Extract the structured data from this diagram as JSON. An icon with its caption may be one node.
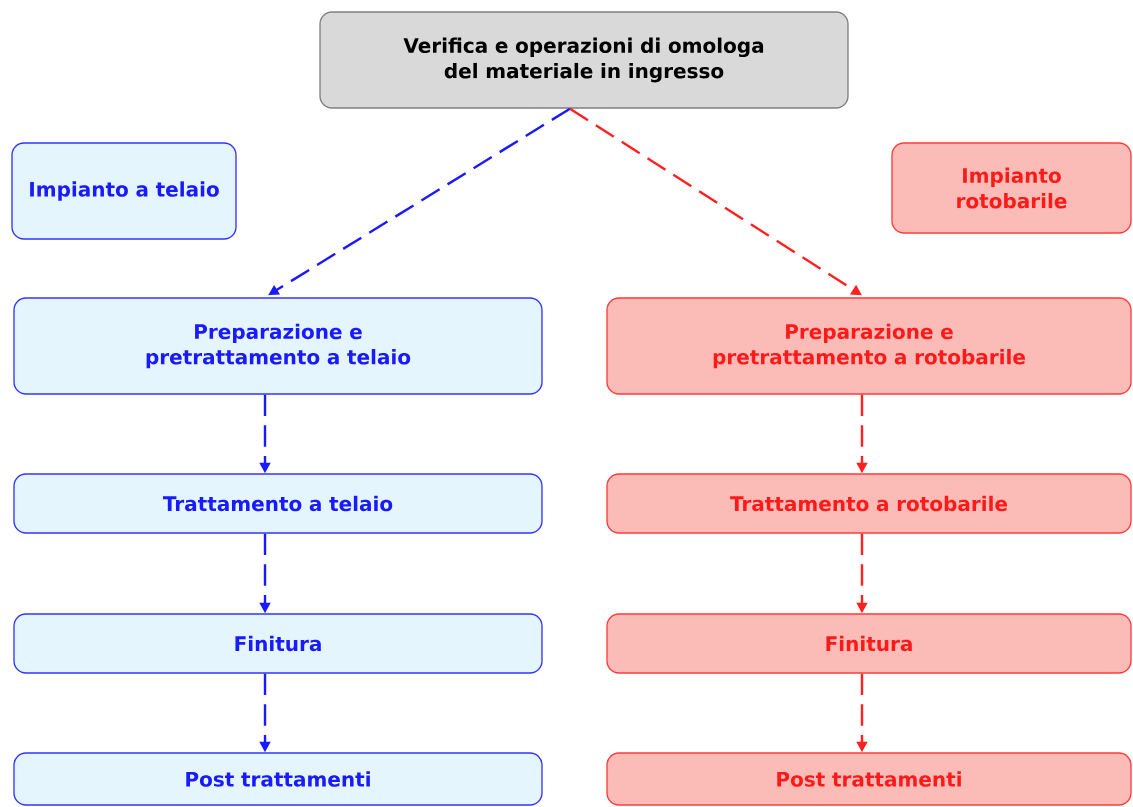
{
  "diagram": {
    "nodes": [
      {
        "text": [
          "Verifica e operazioni di omologa del materiale in ingresso"
        ]
      },
      {
        "text": [
          "Impianto a telaio"
        ]
      },
      {
        "text": [
          "Impianto rotobarile"
        ]
      },
      {
        "text": [
          "Preparazione e pretrattamento a telaio"
        ]
      },
      {
        "text": [
          "Preparazione e pretrattamento a rotobarile"
        ]
      },
      {
        "text": [
          "Trattamento a telaio"
        ]
      },
      {
        "text": [
          "Trattamento a rotobarile"
        ]
      },
      {
        "text": [
          "Finitura"
        ]
      },
      {
        "text": [
          "Finitura"
        ]
      },
      {
        "text": [
          "Post trattamenti"
        ]
      },
      {
        "text": [
          "Post trattamenti"
        ]
      }
    ],
    "edges": [
      {
        "from": 0,
        "to": 3,
        "arrow": "to",
        "style": "dashed",
        "color": "#1a1aff"
      },
      {
        "from": 0,
        "to": 4,
        "arrow": "to",
        "style": "dashed",
        "color": "#ff2020"
      },
      {
        "from": 3,
        "to": 5,
        "arrow": "to",
        "style": "dashed",
        "color": "#1a1aff"
      },
      {
        "from": 5,
        "to": 7,
        "arrow": "to",
        "style": "dashed",
        "color": "#1a1aff"
      },
      {
        "from": 7,
        "to": 9,
        "arrow": "to",
        "style": "dashed",
        "color": "#1a1aff"
      },
      {
        "from": 4,
        "to": 6,
        "arrow": "to",
        "style": "dashed",
        "color": "#ff2020"
      },
      {
        "from": 6,
        "to": 8,
        "arrow": "to",
        "style": "dashed",
        "color": "#ff2020"
      },
      {
        "from": 8,
        "to": 10,
        "arrow": "to",
        "style": "dashed",
        "color": "#ff2020"
      }
    ]
  }
}
